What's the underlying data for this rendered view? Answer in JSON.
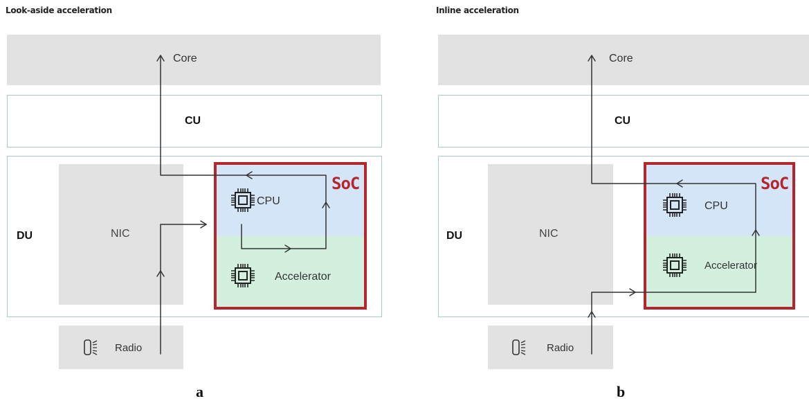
{
  "panels": [
    {
      "title": "Look-aside acceleration",
      "core": "Core",
      "cu": "CU",
      "du": "DU",
      "nic": "NIC",
      "soc": "SoC",
      "cpu": "CPU",
      "accelerator": "Accelerator",
      "radio": "Radio",
      "sublabel": "a"
    },
    {
      "title": "Inline acceleration",
      "core": "Core",
      "cu": "CU",
      "du": "DU",
      "nic": "NIC",
      "soc": "SoC",
      "cpu": "CPU",
      "accelerator": "Accelerator",
      "radio": "Radio",
      "sublabel": "b"
    }
  ],
  "colors": {
    "core_gray": "#e2e2e2",
    "frame_border": "#a9c9cf",
    "cpu_blue": "#d5e5f8",
    "accelerator_green": "#d3f0df",
    "soc_red": "#b3262d",
    "arrow": "#333333"
  }
}
